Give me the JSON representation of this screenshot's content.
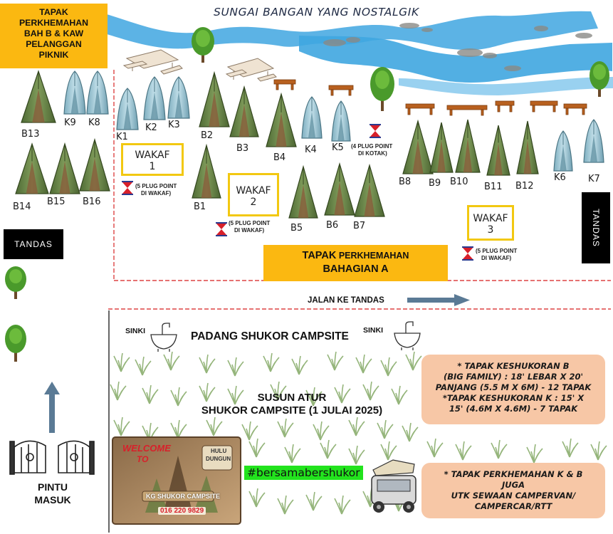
{
  "river": {
    "title": "SUNGAI BANGAN YANG NOSTALGIK",
    "color": "#3fa6e0"
  },
  "top_left_box": {
    "lines": [
      "TAPAK",
      "PERKHEMAHAN",
      "BAH B & KAW",
      "PELANGGAN",
      "PIKNIK"
    ]
  },
  "tandas_left": "TANDAS",
  "tandas_right": "TANDAS",
  "colors": {
    "tent_green": "#6e8b4c",
    "tent_blue": "#9fc7d4",
    "orange": "#fbb811",
    "yellow_border": "#f2c811",
    "note_bg": "#f7c7a6",
    "hashtag_bg": "#22e31d",
    "dash_red": "#d44"
  },
  "tents": [
    {
      "label": "B13",
      "type": "B"
    },
    {
      "label": "K9",
      "type": "K"
    },
    {
      "label": "K8",
      "type": "K"
    },
    {
      "label": "B14",
      "type": "B"
    },
    {
      "label": "B15",
      "type": "B"
    },
    {
      "label": "B16",
      "type": "B"
    },
    {
      "label": "K1",
      "type": "K"
    },
    {
      "label": "K2",
      "type": "K"
    },
    {
      "label": "K3",
      "type": "K"
    },
    {
      "label": "B2",
      "type": "B"
    },
    {
      "label": "B3",
      "type": "B"
    },
    {
      "label": "B4",
      "type": "B"
    },
    {
      "label": "K4",
      "type": "K"
    },
    {
      "label": "K5",
      "type": "K"
    },
    {
      "label": "B1",
      "type": "B"
    },
    {
      "label": "B5",
      "type": "B"
    },
    {
      "label": "B6",
      "type": "B"
    },
    {
      "label": "B7",
      "type": "B"
    },
    {
      "label": "B8",
      "type": "B"
    },
    {
      "label": "B9",
      "type": "B"
    },
    {
      "label": "B10",
      "type": "B"
    },
    {
      "label": "B11",
      "type": "B"
    },
    {
      "label": "B12",
      "type": "B"
    },
    {
      "label": "K6",
      "type": "K"
    },
    {
      "label": "K7",
      "type": "K"
    }
  ],
  "wakaf": [
    {
      "name": "WAKAF",
      "num": "1",
      "plug": [
        "(5 PLUG POINT",
        "DI WAKAF)"
      ]
    },
    {
      "name": "WAKAF",
      "num": "2",
      "plug": [
        "(5 PLUG POINT",
        "DI WAKAF)"
      ]
    },
    {
      "name": "WAKAF",
      "num": "3",
      "plug": [
        "(5 PLUG POINT",
        "DI WAKAF)"
      ]
    }
  ],
  "plug_kotak": [
    "(4 PLUG POINT",
    "DI KOTAK)"
  ],
  "bahagian_a": {
    "line1_bold": "TAPAK",
    "line1_rest": " PERKHEMAHAN",
    "line2": "BAHAGIAN A"
  },
  "jalan": "JALAN KE TANDAS",
  "sinki_left": "SINKI",
  "sinki_right": "SINKI",
  "padang": "PADANG SHUKOR CAMPSITE",
  "susun": [
    "SUSUN ATUR",
    "SHUKOR CAMPSITE (1 JULAI  2025)"
  ],
  "pintu": [
    "PINTU",
    "MASUK"
  ],
  "hashtag": "#bersamabershukor",
  "welcome_sign": {
    "welcome": "WELCOME",
    "to": "TO",
    "hulu": "HULU",
    "dungun": "DUNGUN",
    "name": "KG SHUKOR CAMPSITE",
    "phone": "016 220 9829"
  },
  "note1": [
    "* TAPAK KESHUKORAN B",
    "(BIG FAMILY) : 18' LEBAR X 20'",
    "PANJANG (5.5 M X 6M) - 12 TAPAK",
    "*TAPAK KESHUKORAN K  :  15' X",
    "15' (4.6M X 4.6M) - 7 TAPAK"
  ],
  "note2": [
    "* TAPAK PERKHEMAHAN K & B",
    "JUGA",
    "UTK SEWAAN CAMPERVAN/",
    "CAMPERCAR/RTT"
  ]
}
